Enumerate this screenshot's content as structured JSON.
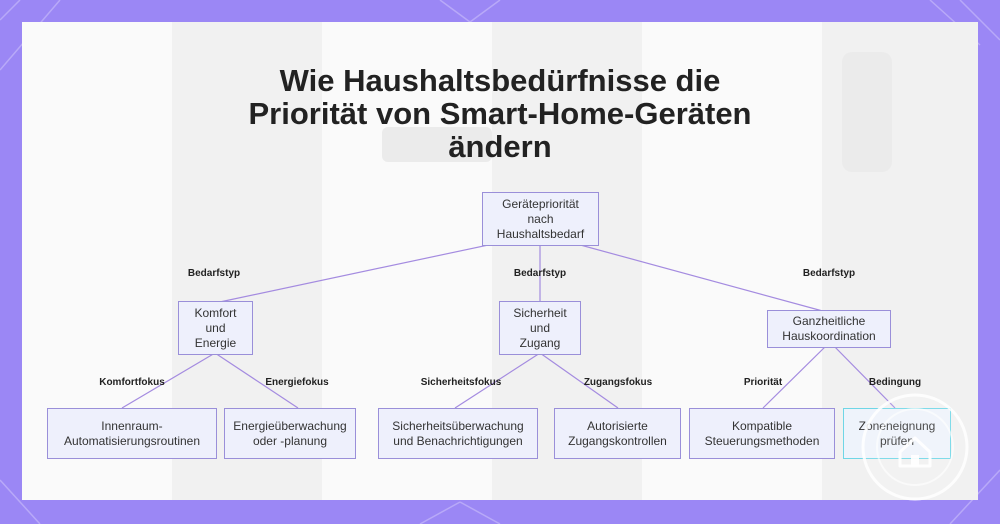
{
  "title": "Wie Haushaltsbedürfnisse die\nPriorität von Smart-Home-Geräten\nändern",
  "colors": {
    "frame": "#9b87f5",
    "card": "#fafafa",
    "node_fill": "#eef0fc",
    "node_border": "#9a8fd9",
    "edge": "#a48be0",
    "highlight_border": "#6fd6e6"
  },
  "nodes": {
    "root": "Gerätepriorität\nnach\nHaushaltsbedarf",
    "comfort": "Komfort\nund\nEnergie",
    "security": "Sicherheit\nund\nZugang",
    "holistic": "Ganzheitliche\nHauskoordination",
    "indoor": "Innenraum-\nAutomatisierungsroutinen",
    "energy": "Energieüberwachung\noder -planung",
    "sec_monitor": "Sicherheitsüberwachung\nund Benachrichtigungen",
    "access": "Autorisierte\nZugangskontrollen",
    "compatible": "Kompatible\nSteuerungsmethoden",
    "zone": "Zoneneignung\nprüfen"
  },
  "edge_labels": {
    "type_left": "Bedarfstyp",
    "type_mid": "Bedarfstyp",
    "type_right": "Bedarfstyp",
    "comfort_focus": "Komfortfokus",
    "energy_focus": "Energiefokus",
    "security_focus": "Sicherheitsfokus",
    "access_focus": "Zugangsfokus",
    "priority": "Priorität",
    "condition": "Bedingung"
  },
  "icons": {
    "badge": "home-icon"
  }
}
